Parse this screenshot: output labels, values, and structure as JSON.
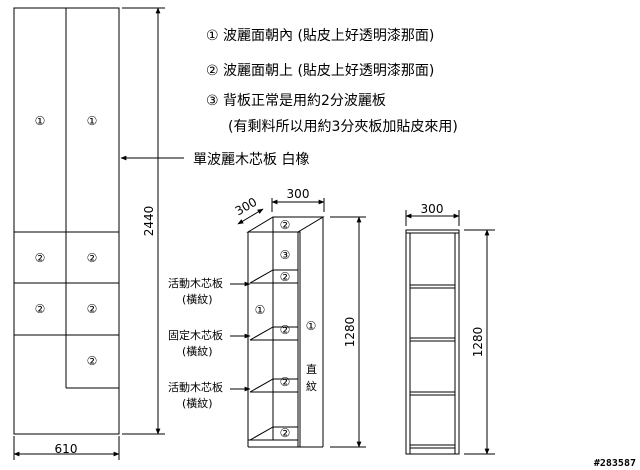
{
  "notes": [
    "① 波麗面朝內 (貼皮上好透明漆那面)",
    "② 波麗面朝上 (貼皮上好透明漆那面)",
    "③ 背板正常是用約2分波麗板",
    "(有剩料所以用約3分夾板加貼皮來用)"
  ],
  "core_board_label": "單波麗木芯板 白橡",
  "markers": {
    "one": "①",
    "two": "②",
    "three": "③"
  },
  "dims": {
    "front_width": "610",
    "front_height": "2440",
    "cabinet_width": "300",
    "cabinet_depth": "300",
    "cabinet_height": "1280",
    "front_view_width": "300",
    "front_view_height": "1280"
  },
  "shelf_labels": [
    {
      "line1": "活動木芯板",
      "line2": "(橫紋)"
    },
    {
      "line1": "固定木芯板",
      "line2": "(橫紋)"
    },
    {
      "line1": "活動木芯板",
      "line2": "(橫紋)"
    }
  ],
  "grain_label": {
    "line1": "直",
    "line2": "紋"
  },
  "code": "#283587"
}
